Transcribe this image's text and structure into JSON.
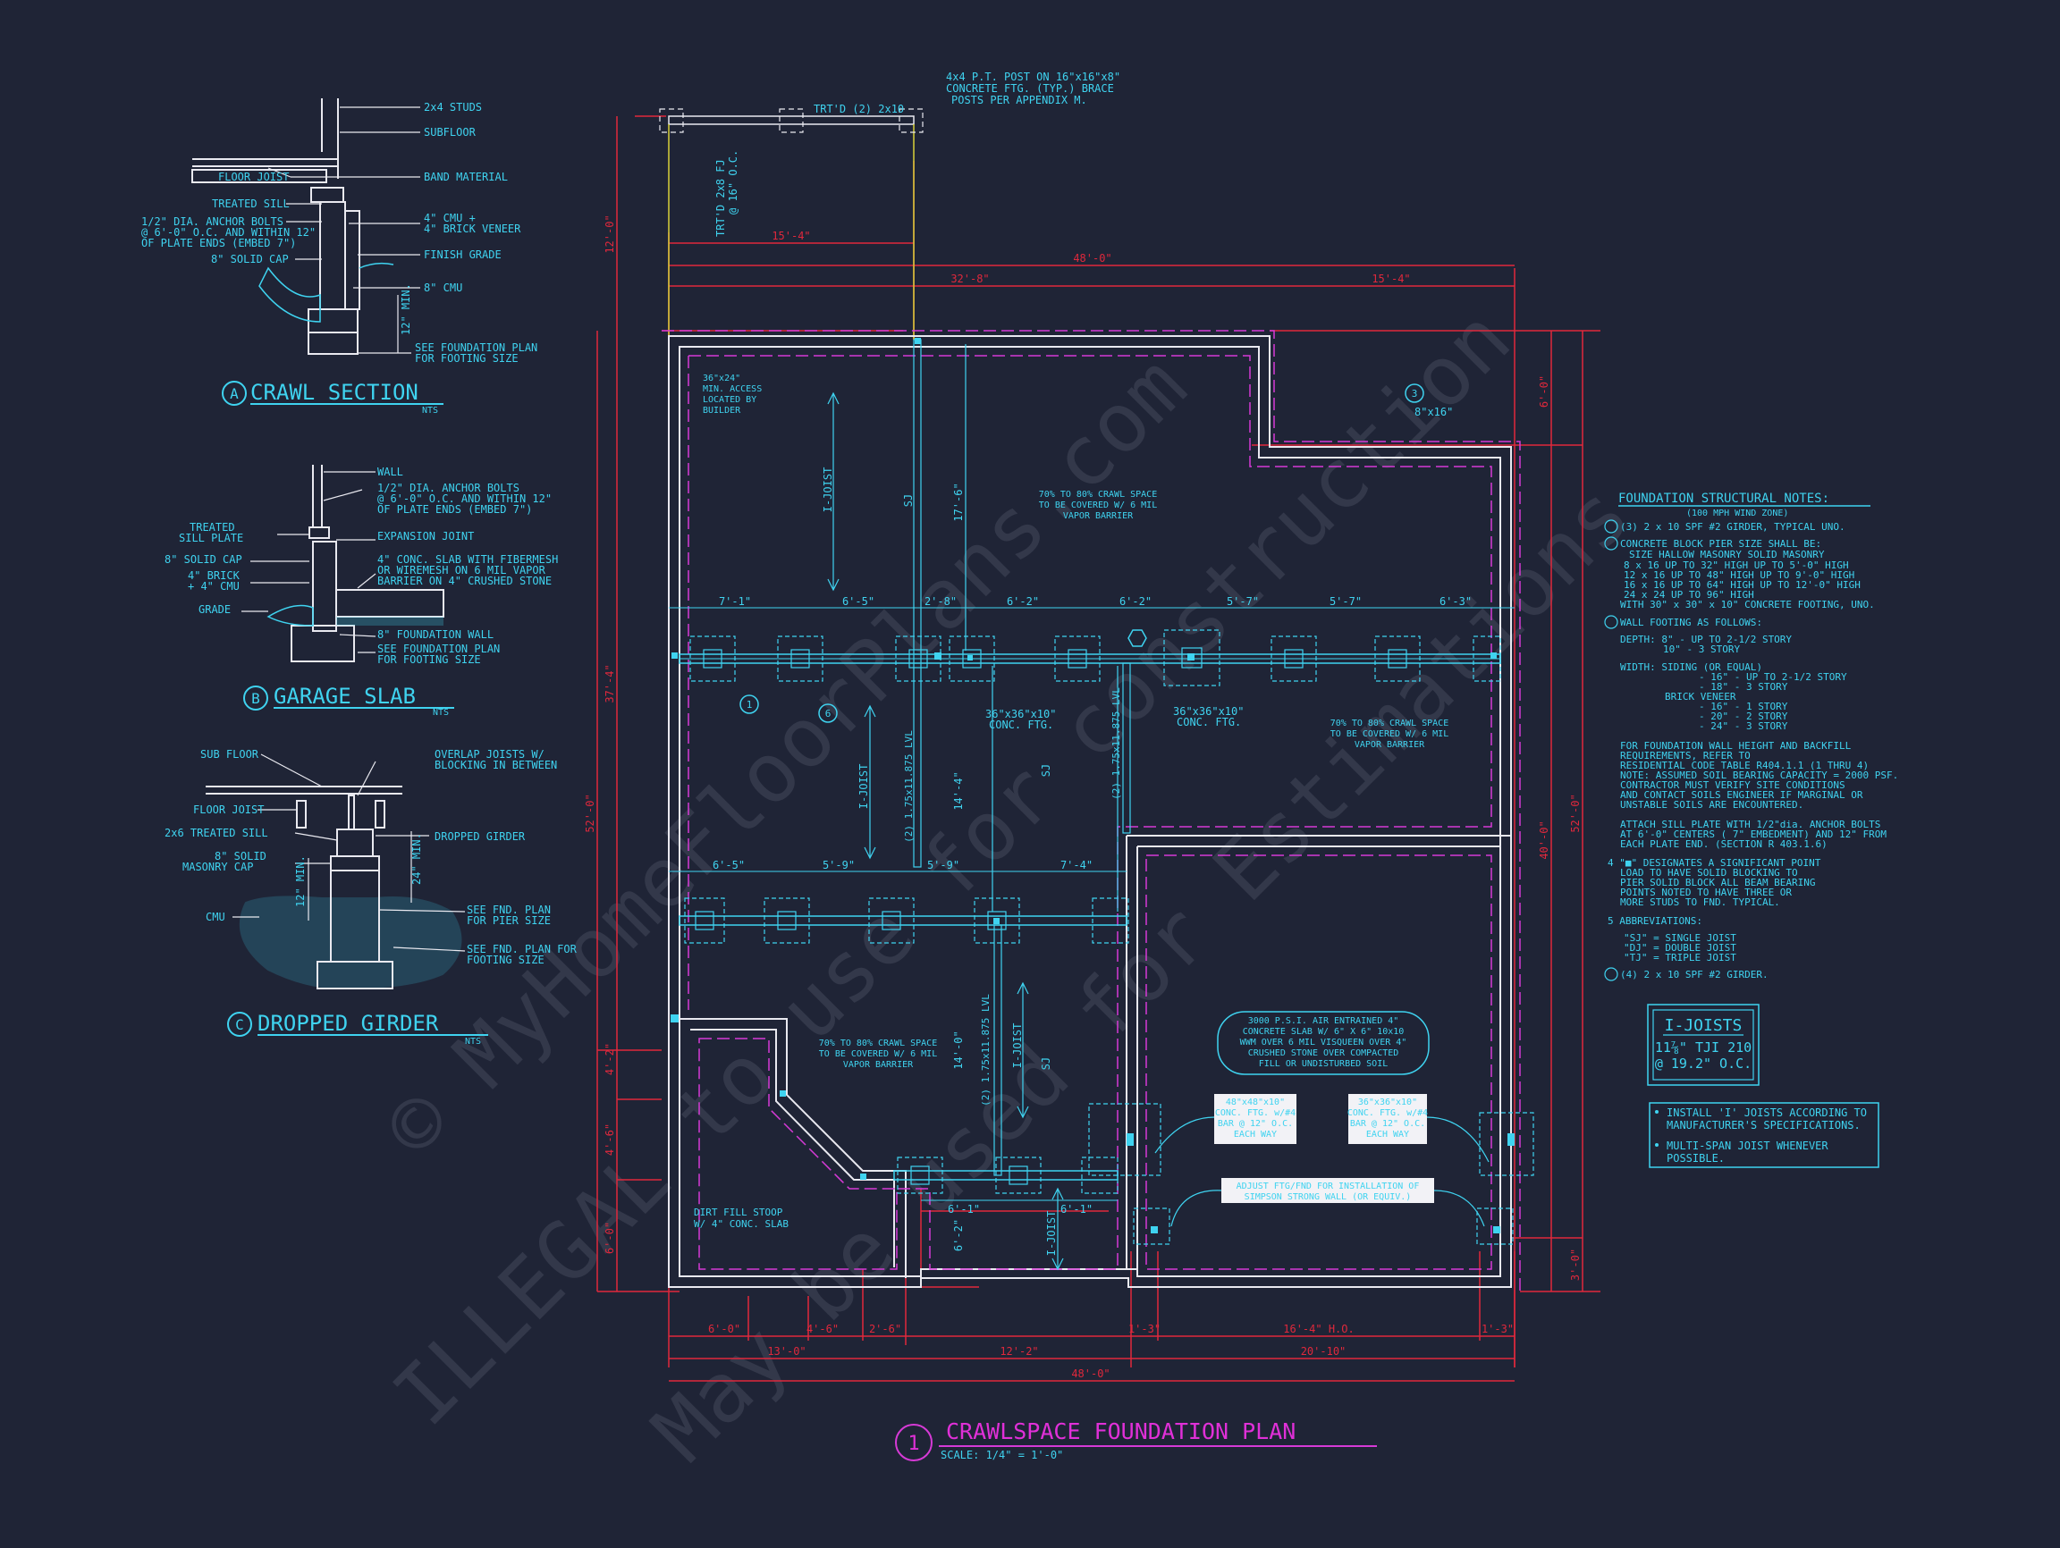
{
  "watermark": {
    "line1": "© MyHomeFloorPlans.com",
    "line2": "ILLEGAL to use for construction",
    "line3": "May be used for Estimations"
  },
  "colors": {
    "background": "#1f2436",
    "cyan": "#3fd3f0",
    "red": "#e0283c",
    "magenta": "#d63ad6",
    "white": "#e9e9f0"
  },
  "detail_a": {
    "letter": "A",
    "title": "CRAWL SECTION",
    "scale": "NTS",
    "labels": [
      "2x4 STUDS",
      "SUBFLOOR",
      "FLOOR JOIST",
      "BAND MATERIAL",
      "TREATED SILL",
      "1/2\" DIA. ANCHOR BOLTS",
      "@ 6'-0\" O.C. AND WITHIN 12\"",
      "OF PLATE ENDS (EMBED 7\")",
      "4\" CMU +",
      "4\" BRICK VENEER",
      "8\" SOLID CAP",
      "FINISH GRADE",
      "8\" CMU",
      "12\" MIN.",
      "SEE FOUNDATION PLAN",
      "FOR FOOTING SIZE"
    ]
  },
  "detail_b": {
    "letter": "B",
    "title": "GARAGE SLAB",
    "scale": "NTS",
    "labels": [
      "WALL",
      "1/2\" DIA. ANCHOR BOLTS",
      "@ 6'-0\" O.C. AND WITHIN 12\"",
      "OF PLATE ENDS (EMBED 7\")",
      "TREATED",
      "SILL PLATE",
      "EXPANSION JOINT",
      "8\" SOLID CAP",
      "4\" CONC. SLAB WITH FIBERMESH",
      "OR WIREMESH ON 6 MIL VAPOR",
      "BARRIER ON 4\" CRUSHED STONE",
      "4\" BRICK",
      "+ 4\" CMU",
      "GRADE",
      "8\" FOUNDATION WALL",
      "SEE FOUNDATION PLAN",
      "FOR FOOTING SIZE"
    ]
  },
  "detail_c": {
    "letter": "C",
    "title": "DROPPED GIRDER",
    "scale": "NTS",
    "labels": [
      "SUB FLOOR",
      "OVERLAP JOISTS W/",
      "BLOCKING IN BETWEEN",
      "FLOOR JOIST",
      "2x6 TREATED SILL",
      "DROPPED GIRDER",
      "8\" SOLID",
      "MASONRY CAP",
      "12\" MIN.",
      "24\" MIN.",
      "CMU",
      "SEE FND. PLAN",
      "FOR PIER SIZE",
      "SEE FND. PLAN FOR",
      "FOOTING SIZE"
    ]
  },
  "plan": {
    "number": "1",
    "title": "CRAWLSPACE FOUNDATION PLAN",
    "scale": "SCALE: 1/4\" = 1'-0\"",
    "notes": {
      "post": [
        "4x4 P.T. POST ON 16\"x16\"x8\"",
        "CONCRETE FTG. (TYP.) BRACE",
        "POSTS PER APPENDIX M."
      ],
      "trtd": "TRT'D (2) 2x10",
      "trtd_joist": [
        "TRT'D 2x8 FJ",
        "@ 16\" O.C."
      ],
      "access": [
        "36\"x24\"",
        "MIN. ACCESS",
        "LOCATED BY",
        "BUILDER"
      ],
      "vapor": [
        "70% TO 80% CRAWL SPACE",
        "TO BE COVERED W/ 6 MIL",
        "VAPOR BARRIER"
      ],
      "pier8": "8\"x16\"",
      "ftg36": [
        "36\"x36\"x10\"",
        "CONC. FTG."
      ],
      "slab": [
        "3000 P.S.I. AIR ENTRAINED 4\"",
        "CONCRETE SLAB W/ 6\" X 6\" 10x10",
        "WWM OVER 6 MIL VISQUEEN OVER 4\"",
        "CRUSHED STONE OVER COMPACTED",
        "FILL OR UNDISTURBED SOIL"
      ],
      "ftg48": [
        "48\"x48\"x10\"",
        "CONC. FTG. w/#4",
        "BAR @ 12\" O.C.",
        "EACH WAY"
      ],
      "ftg36b": [
        "36\"x36\"x10\"",
        "CONC. FTG. w/#4",
        "BAR @ 12\" O.C.",
        "EACH WAY"
      ],
      "adjust": [
        "ADJUST FTG/FND FOR INSTALLATION OF",
        "SIMPSON STRONG WALL (OR EQUIV.)"
      ],
      "stoop": [
        "DIRT FILL STOOP",
        "W/ 4\" CONC. SLAB"
      ],
      "ijoist": "I-JOIST",
      "sj": "SJ",
      "lvl": "(2) 1.75x11.875 LVL"
    },
    "dims": {
      "top": [
        "15'-4\"",
        "48'-0\"",
        "32'-8\"",
        "15'-4\""
      ],
      "row1": [
        "7'-1\"",
        "6'-5\"",
        "2'-8\"",
        "6'-2\"",
        "6'-2\"",
        "5'-7\"",
        "5'-7\"",
        "6'-3\""
      ],
      "row2": [
        "6'-5\"",
        "5'-9\"",
        "5'-9\"",
        "7'-4\""
      ],
      "bottom1": [
        "6'-0\"",
        "4'-6\"",
        "2'-6\"",
        "1'-3\"",
        "16'-4\" H.O.",
        "1'-3\""
      ],
      "bottom2": [
        "13'-0\"",
        "12'-2\"",
        "20'-10\""
      ],
      "bottom3": "48'-0\"",
      "left": [
        "12'-0\"",
        "37'-4\"",
        "52'-0\"",
        "4'-2\"",
        "4'-6\"",
        "6'-0\""
      ],
      "right": [
        "6'-0\"",
        "40'-0\"",
        "52'-0\"",
        "3'-0\""
      ],
      "inner": [
        "17'-6\"",
        "14'-4\"",
        "14'-0\"",
        "6'-1\"",
        "6'-1\"",
        "6'-2\""
      ]
    }
  },
  "structural_notes": {
    "title": "FOUNDATION STRUCTURAL NOTES:",
    "subtitle": "(100 MPH WIND ZONE)",
    "n1": "(3) 2 x 10 SPF #2 GIRDER, TYPICAL UNO.",
    "n2": "CONCRETE BLOCK PIER SIZE SHALL BE:",
    "pier_header": "SIZE      HALLOW MASONRY    SOLID MASONRY",
    "pier_rows": [
      "8 x 16       UP TO 32\" HIGH      UP TO 5'-0\" HIGH",
      "12 x 16      UP TO 48\" HIGH      UP TO 9'-0\" HIGH",
      "16 x 16      UP TO 64\" HIGH      UP TO 12'-0\" HIGH",
      "24 x 24      UP TO 96\" HIGH",
      "WITH 30\" x 30\" x 10\" CONCRETE FOOTING, UNO."
    ],
    "n3": "WALL FOOTING AS FOLLOWS:",
    "depth": [
      "DEPTH:  8\" - UP TO 2-1/2 STORY",
      "10\" - 3 STORY"
    ],
    "width": [
      "WIDTH:   SIDING (OR EQUAL)",
      "- 16\" - UP TO 2-1/2 STORY",
      "- 18\" - 3 STORY",
      "BRICK VENEER",
      "- 16\" - 1 STORY",
      "- 20\" - 2 STORY",
      "- 24\" - 3 STORY"
    ],
    "para1": [
      "FOR FOUNDATION WALL HEIGHT AND BACKFILL",
      "REQUIREMENTS, REFER TO",
      "RESIDENTIAL CODE TABLE R404.1.1 (1 THRU 4)",
      "NOTE: ASSUMED SOIL BEARING CAPACITY = 2000 PSF.",
      "CONTRACTOR MUST VERIFY SITE CONDITIONS",
      "AND CONTACT SOILS ENGINEER IF MARGINAL OR",
      "UNSTABLE SOILS ARE ENCOUNTERED."
    ],
    "para2": [
      "ATTACH SILL PLATE WITH 1/2\"dia. ANCHOR BOLTS",
      "AT 6'-0\" CENTERS ( 7\" EMBEDMENT) AND 12\" FROM",
      "EACH PLATE END. (SECTION R 403.1.6)"
    ],
    "n4": [
      "4   \"■\" DESIGNATES A SIGNIFICANT POINT",
      "LOAD TO HAVE SOLID BLOCKING TO",
      "PIER SOLID BLOCK ALL BEAM BEARING",
      "POINTS NOTED TO HAVE THREE OR",
      "MORE STUDS TO FND. TYPICAL."
    ],
    "n5": [
      "5   ABBREVIATIONS:",
      "\"SJ\" = SINGLE JOIST",
      "\"DJ\" = DOUBLE JOIST",
      "\"TJ\" = TRIPLE JOIST"
    ],
    "n6": "(4) 2 x 10 SPF #2 GIRDER."
  },
  "ijoist_box": {
    "title": "I-JOISTS",
    "line1": "11⅞\" TJI 210",
    "line2": "@ 19.2\" O.C."
  },
  "install_box": [
    "INSTALL 'I' JOISTS ACCORDING TO",
    "MANUFACTURER'S SPECIFICATIONS.",
    "MULTI-SPAN JOIST WHENEVER",
    "POSSIBLE."
  ]
}
